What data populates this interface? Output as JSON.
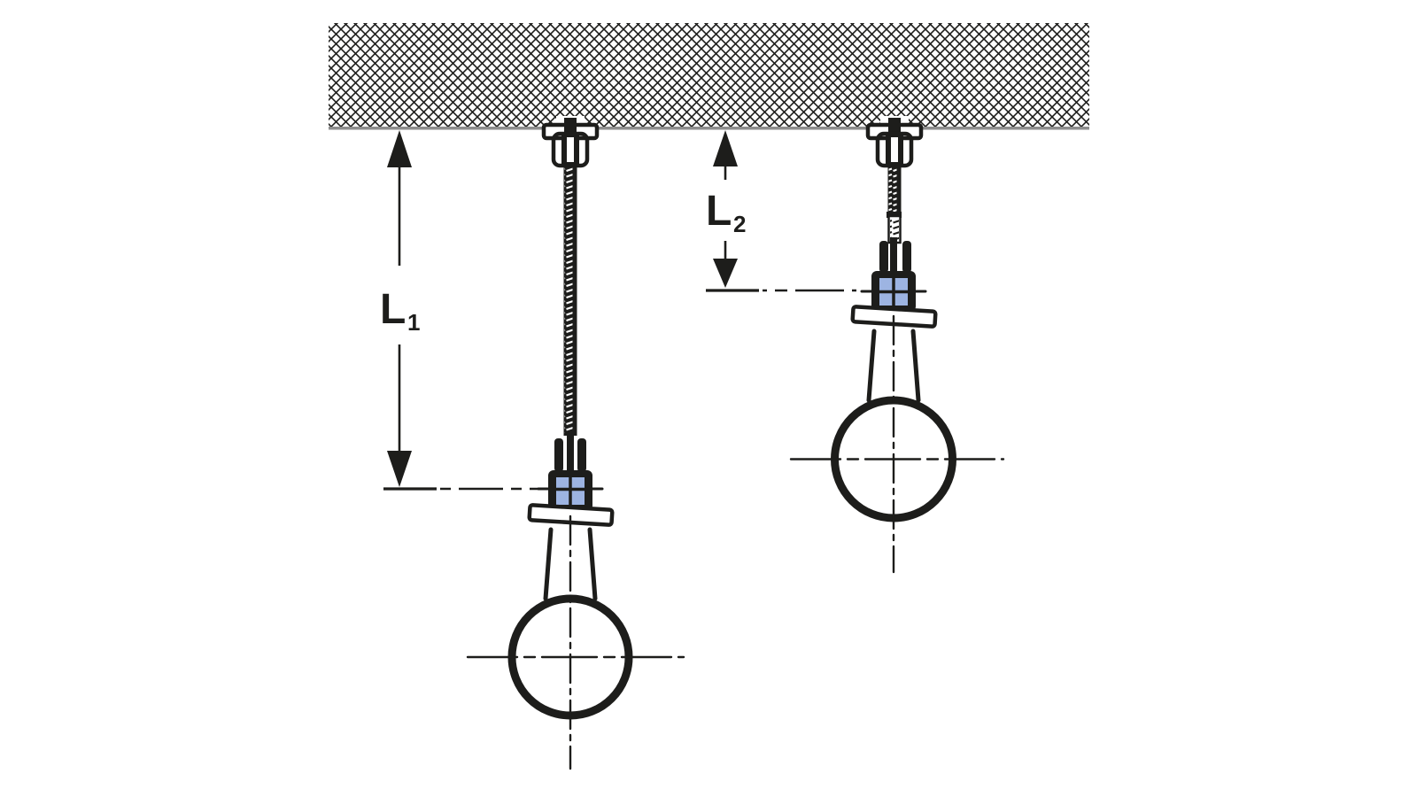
{
  "dims": {
    "l1": {
      "main": "L",
      "sub": "1"
    },
    "l2": {
      "main": "L",
      "sub": "2"
    }
  },
  "colors": {
    "ink": "#1d1d1b",
    "insulator_blue": "#9db4e2",
    "ceiling_edge_gray": "#8d8d8d"
  }
}
